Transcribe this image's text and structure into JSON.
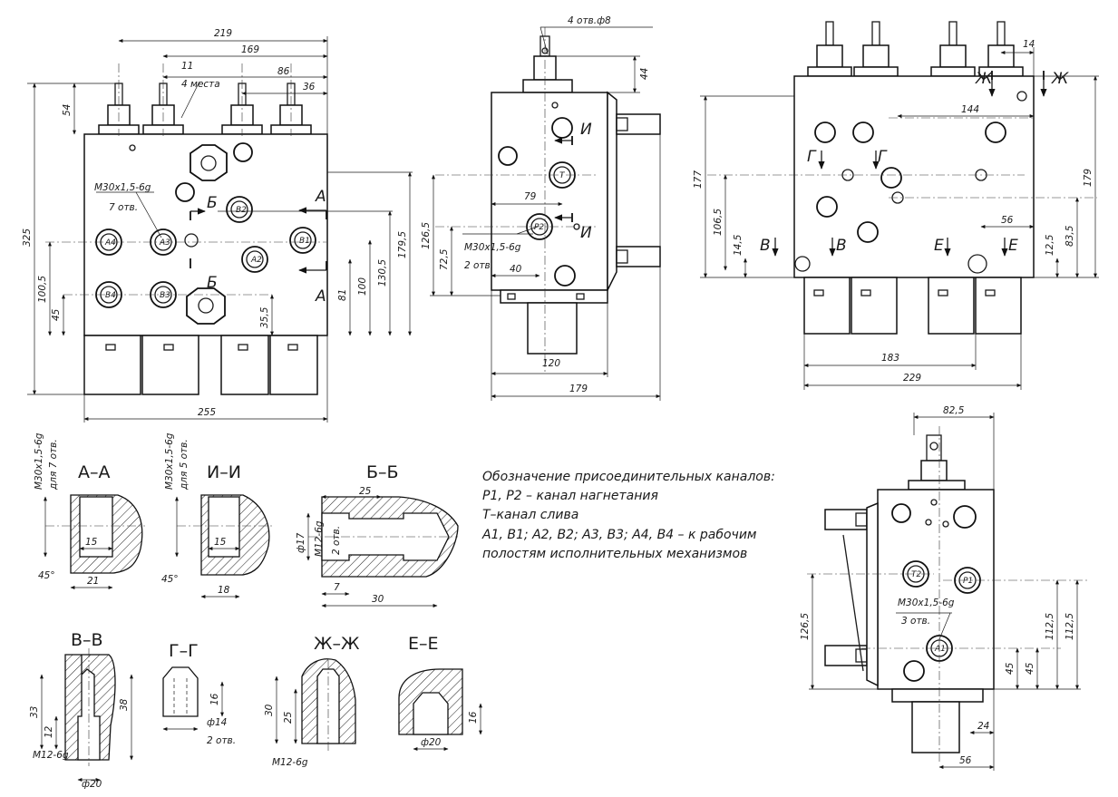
{
  "front_view": {
    "dims": [
      "219",
      "169",
      "11",
      "4 места",
      "86",
      "36",
      "54",
      "325",
      "100,5",
      "45",
      "179,5",
      "130,5",
      "100",
      "81",
      "35,5",
      "255"
    ],
    "thread_label": "М30х1,5-6g",
    "thread_count": "7 отв.",
    "cut_marks": [
      "Б",
      "А",
      "Б",
      "А"
    ],
    "ports": [
      "A4",
      "A3",
      "B1",
      "B2",
      "A2",
      "B4",
      "B3"
    ]
  },
  "side_view": {
    "dims": [
      "4 отв.ф8",
      "44",
      "79",
      "126,5",
      "72,5",
      "40",
      "120",
      "179"
    ],
    "thread_label": "М30х1,5-6g",
    "thread_count": "2 отв.",
    "cut_marks": [
      "И",
      "И"
    ],
    "ports": [
      "T",
      "P2"
    ]
  },
  "top_view": {
    "dims": [
      "14",
      "144",
      "177",
      "106,5",
      "14,5",
      "56",
      "179",
      "12,5",
      "83,5",
      "183",
      "229"
    ],
    "cut_marks": [
      "Ж",
      "Ж",
      "Г",
      "Г",
      "В",
      "В",
      "Е",
      "Е"
    ]
  },
  "right_view": {
    "dims": [
      "82,5",
      "126,5",
      "112,5",
      "112,5",
      "45",
      "45",
      "24",
      "56"
    ],
    "thread_label": "М30х1,5-6g",
    "thread_count": "3 отв.",
    "ports": [
      "T2",
      "P1",
      "A1"
    ]
  },
  "sections": {
    "aa": {
      "title": "А–А",
      "thread": "М30х1,5-6g",
      "count": "для 7 отв.",
      "d1": "15",
      "d2": "21",
      "angle": "45°"
    },
    "ii": {
      "title": "И–И",
      "thread": "М30х1,5-6g",
      "count": "для 5 отв.",
      "d1": "15",
      "d2": "18",
      "angle": "45°"
    },
    "bb": {
      "title": "Б–Б",
      "d_len": "25",
      "d_dia": "ф17",
      "d_thread": "М12-6g",
      "d_count": "2 отв.",
      "d_7": "7",
      "d_30": "30"
    },
    "vv": {
      "title": "В–В",
      "d33": "33",
      "d12": "12",
      "d38": "38",
      "thread": "М12-6g",
      "dia": "ф20"
    },
    "gg": {
      "title": "Г–Г",
      "d16": "16",
      "dia": "ф14",
      "count": "2 отв."
    },
    "zhzh": {
      "title": "Ж–Ж",
      "d30": "30",
      "d25": "25",
      "thread": "М12-6g"
    },
    "ee": {
      "title": "Е–Е",
      "d16": "16",
      "dia": "ф20"
    }
  },
  "legend": {
    "heading": "Обозначение присоединительных каналов:",
    "line1": "P1, P2 – канал нагнетания",
    "line2": "T–канал слива",
    "line3": "A1, B1; A2, B2; A3, B3; A4, B4 – к рабочим",
    "line4": "полостям исполнительных механизмов"
  }
}
